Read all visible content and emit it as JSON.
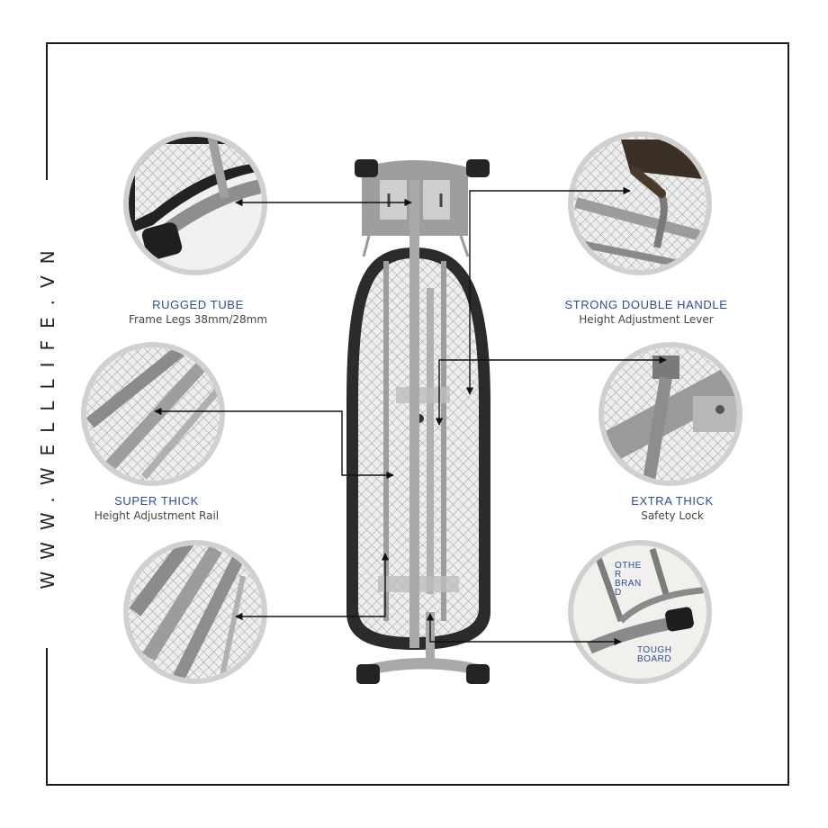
{
  "watermark": "WWW.WELLLIFE.VN",
  "features": [
    {
      "title": "RUGGED TUBE",
      "subtitle": "Frame Legs 38mm/28mm"
    },
    {
      "title": "STRONG DOUBLE HANDLE",
      "subtitle": "Height Adjustment Lever"
    },
    {
      "title": "SUPER THICK",
      "subtitle": "Height Adjustment Rail"
    },
    {
      "title": "EXTRA THICK",
      "subtitle": "Safety Lock"
    }
  ],
  "comparison": {
    "other_brand_lines": [
      "OTHE",
      "R",
      "BRAN",
      "D"
    ],
    "tough_board_lines": [
      "TOUGH",
      "BOARD"
    ]
  },
  "colors": {
    "accent": "#2a4d9b",
    "frame": "#1a1a1a",
    "board_cover": "#2b2b2b",
    "metal": "#a8a8a8",
    "circle_ring": "#d0d0d0"
  }
}
